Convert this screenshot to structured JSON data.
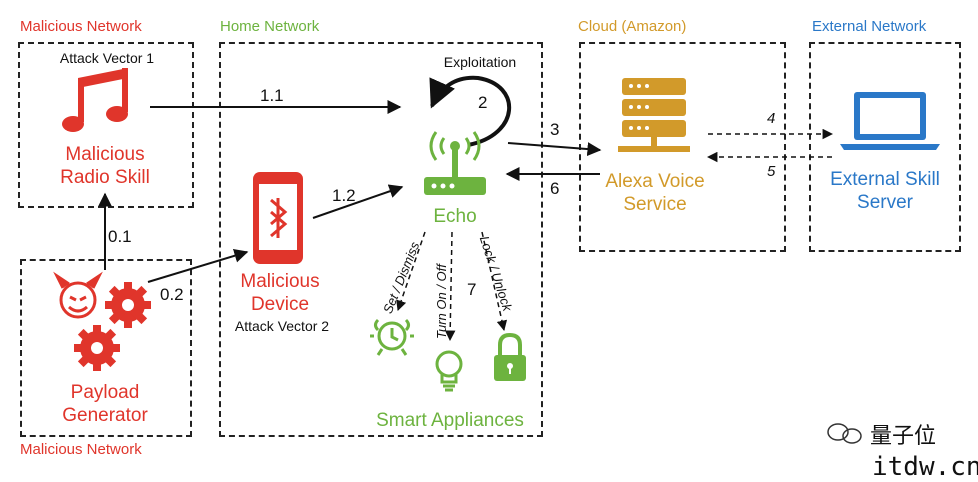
{
  "zones": {
    "malicious_network_top": "Malicious Network",
    "home_network": "Home Network",
    "cloud": "Cloud (Amazon)",
    "external_network": "External Network",
    "malicious_network_bottom": "Malicious Network"
  },
  "nodes": {
    "attack_vector_1": "Attack Vector 1",
    "radio_skill_line1": "Malicious",
    "radio_skill_line2": "Radio Skill",
    "payload_line1": "Payload",
    "payload_line2": "Generator",
    "device_line1": "Malicious",
    "device_line2": "Device",
    "attack_vector_2": "Attack Vector 2",
    "exploitation": "Exploitation",
    "echo": "Echo",
    "avs_line1": "Alexa Voice",
    "avs_line2": "Service",
    "ext_line1": "External Skill",
    "ext_line2": "Server",
    "smart_appliances": "Smart Appliances"
  },
  "edges": {
    "e_0_1": "0.1",
    "e_0_2": "0.2",
    "e_1_1": "1.1",
    "e_1_2": "1.2",
    "e_2": "2",
    "e_3": "3",
    "e_4": "4",
    "e_5": "5",
    "e_6": "6",
    "e_7": "7",
    "set_dismiss": "Set / Dismiss",
    "turn_on_off": "Turn On / Off",
    "lock_unlock": "Lock / Unlock"
  },
  "watermark": {
    "brand": "量子位",
    "site": "itdw.cn"
  },
  "colors": {
    "red": "#e0352b",
    "green": "#6db33f",
    "gold": "#d29a2a",
    "blue": "#2a78c8"
  },
  "icons": [
    "music-note-icon",
    "devil-face-icon",
    "gear-icon",
    "smartphone-icon",
    "bluetooth-icon",
    "router-icon",
    "server-icon",
    "laptop-icon",
    "alarm-clock-icon",
    "lightbulb-icon",
    "padlock-icon"
  ]
}
